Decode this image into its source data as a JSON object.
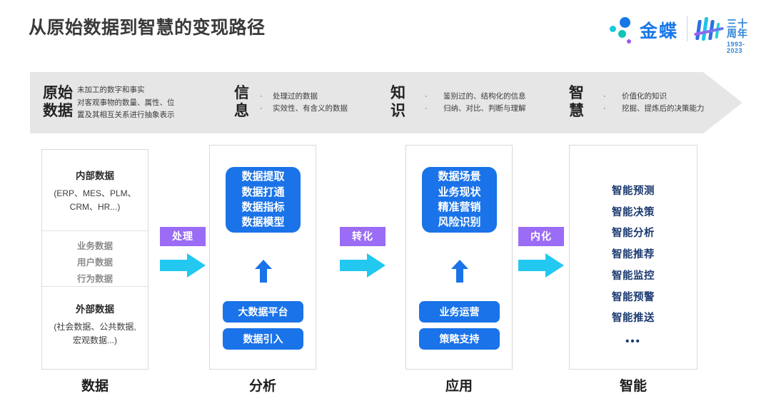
{
  "header": {
    "title": "从原始数据到智慧的变现路径",
    "logo": {
      "brand": "金蝶",
      "anniversary_cn": "三十周年",
      "anniversary_years": "1993-2023"
    }
  },
  "banner": {
    "segments": [
      {
        "term": "原始\n数据",
        "term_line1": "原始",
        "term_line2": "数据",
        "bullets": [
          "未加工的数字和事实",
          "对客观事物的数量、属性、位",
          "置及其相互关系进行抽象表示"
        ]
      },
      {
        "term_line1": "信",
        "term_line2": "息",
        "bullets": [
          "处理过的数据",
          "实效性、有含义的数据"
        ]
      },
      {
        "term_line1": "知",
        "term_line2": "识",
        "bullets": [
          "鉴别过的、结构化的信息",
          "归纳、对比、判断与理解"
        ]
      },
      {
        "term_line1": "智",
        "term_line2": "慧",
        "bullets": [
          "价值化的知识",
          "挖掘、提炼后的决策能力"
        ]
      }
    ],
    "bullet_glyph": "·"
  },
  "columns": {
    "data": {
      "bottom_label": "数据",
      "internal_title": "内部数据",
      "internal_sub_line1": "(ERP、MES、PLM、",
      "internal_sub_line2": "CRM、HR...)",
      "middle_items": [
        "业务数据",
        "用户数据",
        "行为数据"
      ],
      "external_title": "外部数据",
      "external_sub_line1": "(社会数据、公共数据,",
      "external_sub_line2": "宏观数据...)"
    },
    "analysis": {
      "bottom_label": "分析",
      "main_box_lines": [
        "数据提取",
        "数据打通",
        "数据指标",
        "数据模型"
      ],
      "pill_top": "大数据平台",
      "pill_bottom": "数据引入"
    },
    "application": {
      "bottom_label": "应用",
      "main_box_lines": [
        "数据场景",
        "业务现状",
        "精准营销",
        "风险识别"
      ],
      "pill_top": "业务运营",
      "pill_bottom": "策略支持"
    },
    "intelligence": {
      "bottom_label": "智能",
      "items": [
        "智能预测",
        "智能决策",
        "智能分析",
        "智能推荐",
        "智能监控",
        "智能预警",
        "智能推送"
      ],
      "ellipsis": "•••"
    }
  },
  "connectors": [
    {
      "label": "处理"
    },
    {
      "label": "转化"
    },
    {
      "label": "内化"
    }
  ],
  "colors": {
    "accent_blue": "#1a73e8",
    "arrow_cyan": "#22c8f0",
    "badge_purple": "#9b6cf5",
    "banner_gray": "#e6e6e6",
    "navy_text": "#1b3a70",
    "brand_blue": "#1677e8"
  }
}
